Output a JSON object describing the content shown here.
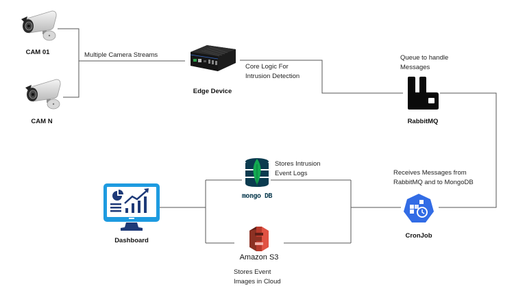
{
  "diagram": {
    "nodes": {
      "cam01": {
        "label": "CAM 01",
        "icon": "cctv-camera-icon"
      },
      "camN": {
        "label": "CAM N",
        "icon": "cctv-camera-icon"
      },
      "edge": {
        "label": "Edge Device",
        "icon": "edge-device-icon"
      },
      "rabbitmq": {
        "label": "RabbitMQ",
        "icon": "rabbitmq-icon"
      },
      "cronjob": {
        "label": "CronJob",
        "icon": "kubernetes-cronjob-icon",
        "color": "#326CE5"
      },
      "mongodb": {
        "label": "mongo DB",
        "icon": "mongodb-icon",
        "color": "#13AA52",
        "dark": "#0B3B4F"
      },
      "s3": {
        "label": "Amazon S3",
        "icon": "amazon-s3-icon",
        "color": "#E05243"
      },
      "dashboard": {
        "label": "Dashboard",
        "icon": "dashboard-monitor-icon",
        "color": "#1E9BE0",
        "dark": "#1E3A78"
      }
    },
    "annotations": {
      "camera_streams": "Multiple Camera Streams",
      "core_logic_1": "Core Logic For",
      "core_logic_2": "Intrusion Detection",
      "queue_1": "Queue to handle",
      "queue_2": "Messages",
      "receives_1": "Receives Messages from",
      "receives_2": "RabbitMQ and to MongoDB",
      "mongo_1": "Stores Intrusion",
      "mongo_2": "Event Logs",
      "s3_1": "Stores Event",
      "s3_2": "Images in Cloud"
    }
  }
}
